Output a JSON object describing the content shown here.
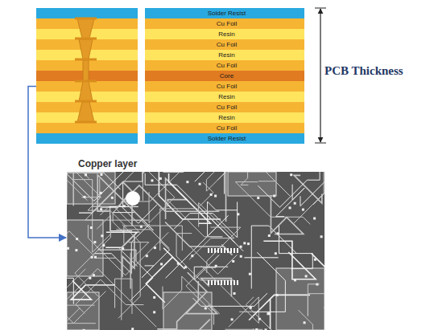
{
  "diagram": {
    "nodes": [
      {
        "text": [
          "Solder Resist"
        ]
      },
      {
        "text": [
          "Cu Foil"
        ]
      },
      {
        "text": [
          "Resin"
        ]
      },
      {
        "text": [
          "Cu Foil"
        ]
      },
      {
        "text": [
          "Resin"
        ]
      },
      {
        "text": [
          "Cu Foil"
        ]
      },
      {
        "text": [
          "Core"
        ]
      },
      {
        "text": [
          "Cu Foil"
        ]
      },
      {
        "text": [
          "Resin"
        ]
      },
      {
        "text": [
          "Cu Foil"
        ]
      },
      {
        "text": [
          "Resin"
        ]
      },
      {
        "text": [
          "Cu Foil"
        ]
      },
      {
        "text": [
          "Solder Resist"
        ]
      },
      {
        "text": [
          "Copper layer"
        ]
      }
    ],
    "edges": [
      {
        "from": 7,
        "to": 13,
        "arrow": "to"
      }
    ],
    "labels": [
      "PCB Thickness"
    ]
  }
}
